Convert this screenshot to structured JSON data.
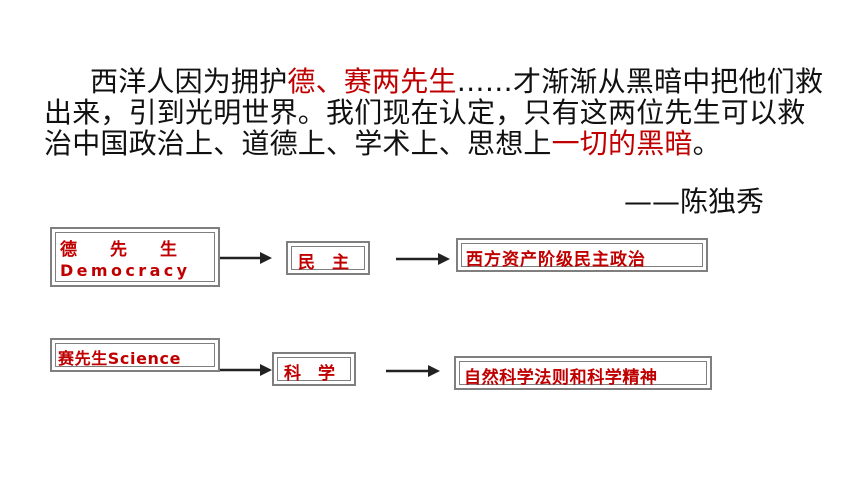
{
  "quote": {
    "seg1": "西洋人因为拥护",
    "seg2_red": "德、赛两先生",
    "seg3": "……才渐渐从黑暗中把他们救出来，引到光明世界。我们现在认定，只有这两位先生可以救治中国政治上、道德上、学术上、思想上",
    "seg4_red": "一切的黑暗",
    "seg5": "。"
  },
  "author": "——陈独秀",
  "row1": {
    "source_cn": "德　先　生",
    "source_en": "Democracy",
    "middle": "民　主",
    "result": "西方资产阶级民主政治"
  },
  "row2": {
    "source": "赛先生Science",
    "middle": "科　学",
    "result": "自然科学法则和科学精神"
  },
  "colors": {
    "accent_red": "#c00000",
    "text": "#111111",
    "border": "#7f7f7f"
  },
  "icons": [
    "right-arrow-icon"
  ]
}
